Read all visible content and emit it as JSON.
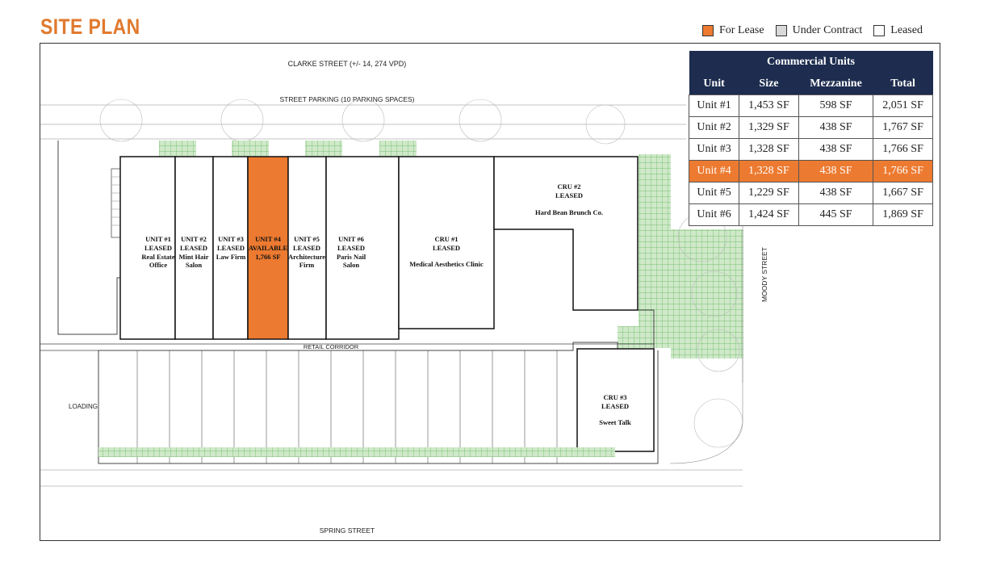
{
  "page_title": "SITE PLAN",
  "legend": [
    {
      "label": "For Lease",
      "color": "#ec7a30"
    },
    {
      "label": "Under Contract",
      "color": "#d9d9d9"
    },
    {
      "label": "Leased",
      "color": "#ffffff"
    }
  ],
  "map": {
    "streets": {
      "north": "CLARKE STREET (+/- 14, 274 VPD)",
      "north_parking": "STREET PARKING (10 PARKING SPACES)",
      "east": "MOODY STREET",
      "south": "SPRING STREET",
      "corridor": "RETAIL CORRIDOR",
      "loading": "LOADING"
    },
    "units": [
      {
        "id": "UNIT #1",
        "status": "LEASED",
        "tenant": [
          "Real Estate",
          "Office"
        ]
      },
      {
        "id": "UNIT #2",
        "status": "LEASED",
        "tenant": [
          "Mint Hair",
          "Salon"
        ]
      },
      {
        "id": "UNIT #3",
        "status": "LEASED",
        "tenant": [
          "Law Firm"
        ]
      },
      {
        "id": "UNIT #4",
        "status": "AVAILABLE",
        "tenant": [
          "1,766 SF"
        ]
      },
      {
        "id": "UNIT #5",
        "status": "LEASED",
        "tenant": [
          "Architecture",
          "Firm"
        ]
      },
      {
        "id": "UNIT #6",
        "status": "LEASED",
        "tenant": [
          "Paris Nail",
          "Salon"
        ]
      }
    ],
    "cru": [
      {
        "id": "CRU #1",
        "status": "LEASED",
        "tenant": "Medical Aesthetics Clinic"
      },
      {
        "id": "CRU #2",
        "status": "LEASED",
        "tenant": "Hard Bean Brunch Co."
      },
      {
        "id": "CRU #3",
        "status": "LEASED",
        "tenant": "Sweet Talk"
      }
    ]
  },
  "table": {
    "title": "Commercial Units",
    "headers": [
      "Unit",
      "Size",
      "Mezzanine",
      "Total"
    ],
    "highlight_row": 3,
    "rows": [
      [
        "Unit #1",
        "1,453 SF",
        "598 SF",
        "2,051 SF"
      ],
      [
        "Unit #2",
        "1,329 SF",
        "438 SF",
        "1,767 SF"
      ],
      [
        "Unit #3",
        "1,328 SF",
        "438 SF",
        "1,766 SF"
      ],
      [
        "Unit #4",
        "1,328 SF",
        "438 SF",
        "1,766 SF"
      ],
      [
        "Unit #5",
        "1,229 SF",
        "438 SF",
        "1,667 SF"
      ],
      [
        "Unit #6",
        "1,424 SF",
        "445 SF",
        "1,869 SF"
      ]
    ]
  }
}
